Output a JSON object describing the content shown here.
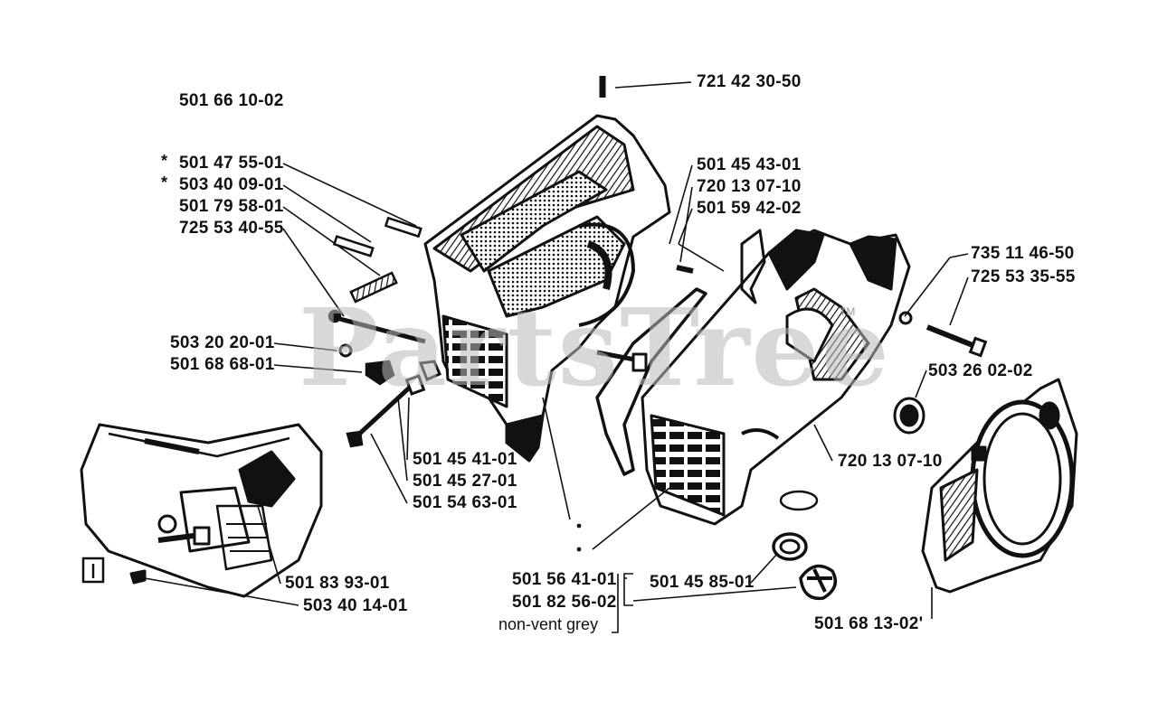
{
  "watermark": "PartsTree",
  "labels": {
    "l_721_42_30_50": "721 42 30-50",
    "l_501_66_10_02": "501 66 10-02",
    "l_501_47_55_01": "501 47 55-01",
    "l_503_40_09_01": "503 40 09-01",
    "l_501_79_58_01": "501 79 58-01",
    "l_725_53_40_55": "725 53 40-55",
    "l_501_45_43_01": "501 45 43-01",
    "l_720_13_07_10_a": "720 13 07-10",
    "l_501_59_42_02": "501 59 42-02",
    "l_735_11_46_50": "735 11 46-50",
    "l_725_53_35_55": "725 53 35-55",
    "l_503_20_20_01": "503 20 20-01",
    "l_501_68_68_01": "501 68 68-01",
    "l_503_26_02_02": "503 26 02-02",
    "l_501_45_41_01": "501 45 41-01",
    "l_501_45_27_01": "501 45 27-01",
    "l_501_54_63_01": "501 54 63-01",
    "l_720_13_07_10_b": "720 13 07-10",
    "l_501_83_93_01": "501 83 93-01",
    "l_503_40_14_01": "503 40 14-01",
    "l_501_56_41_01": "501 56 41-01",
    "l_501_82_56_02": "501 82 56-02",
    "l_non_vent_grey": "non-vent grey",
    "l_501_45_85_01": "501 45 85-01",
    "l_501_68_13_02": "501 68 13-02'"
  },
  "markers": {
    "asterisk": "*",
    "tm": "TM"
  },
  "colors": {
    "ink": "#111111",
    "watermark": "#b9b9b9",
    "background": "#ffffff"
  }
}
